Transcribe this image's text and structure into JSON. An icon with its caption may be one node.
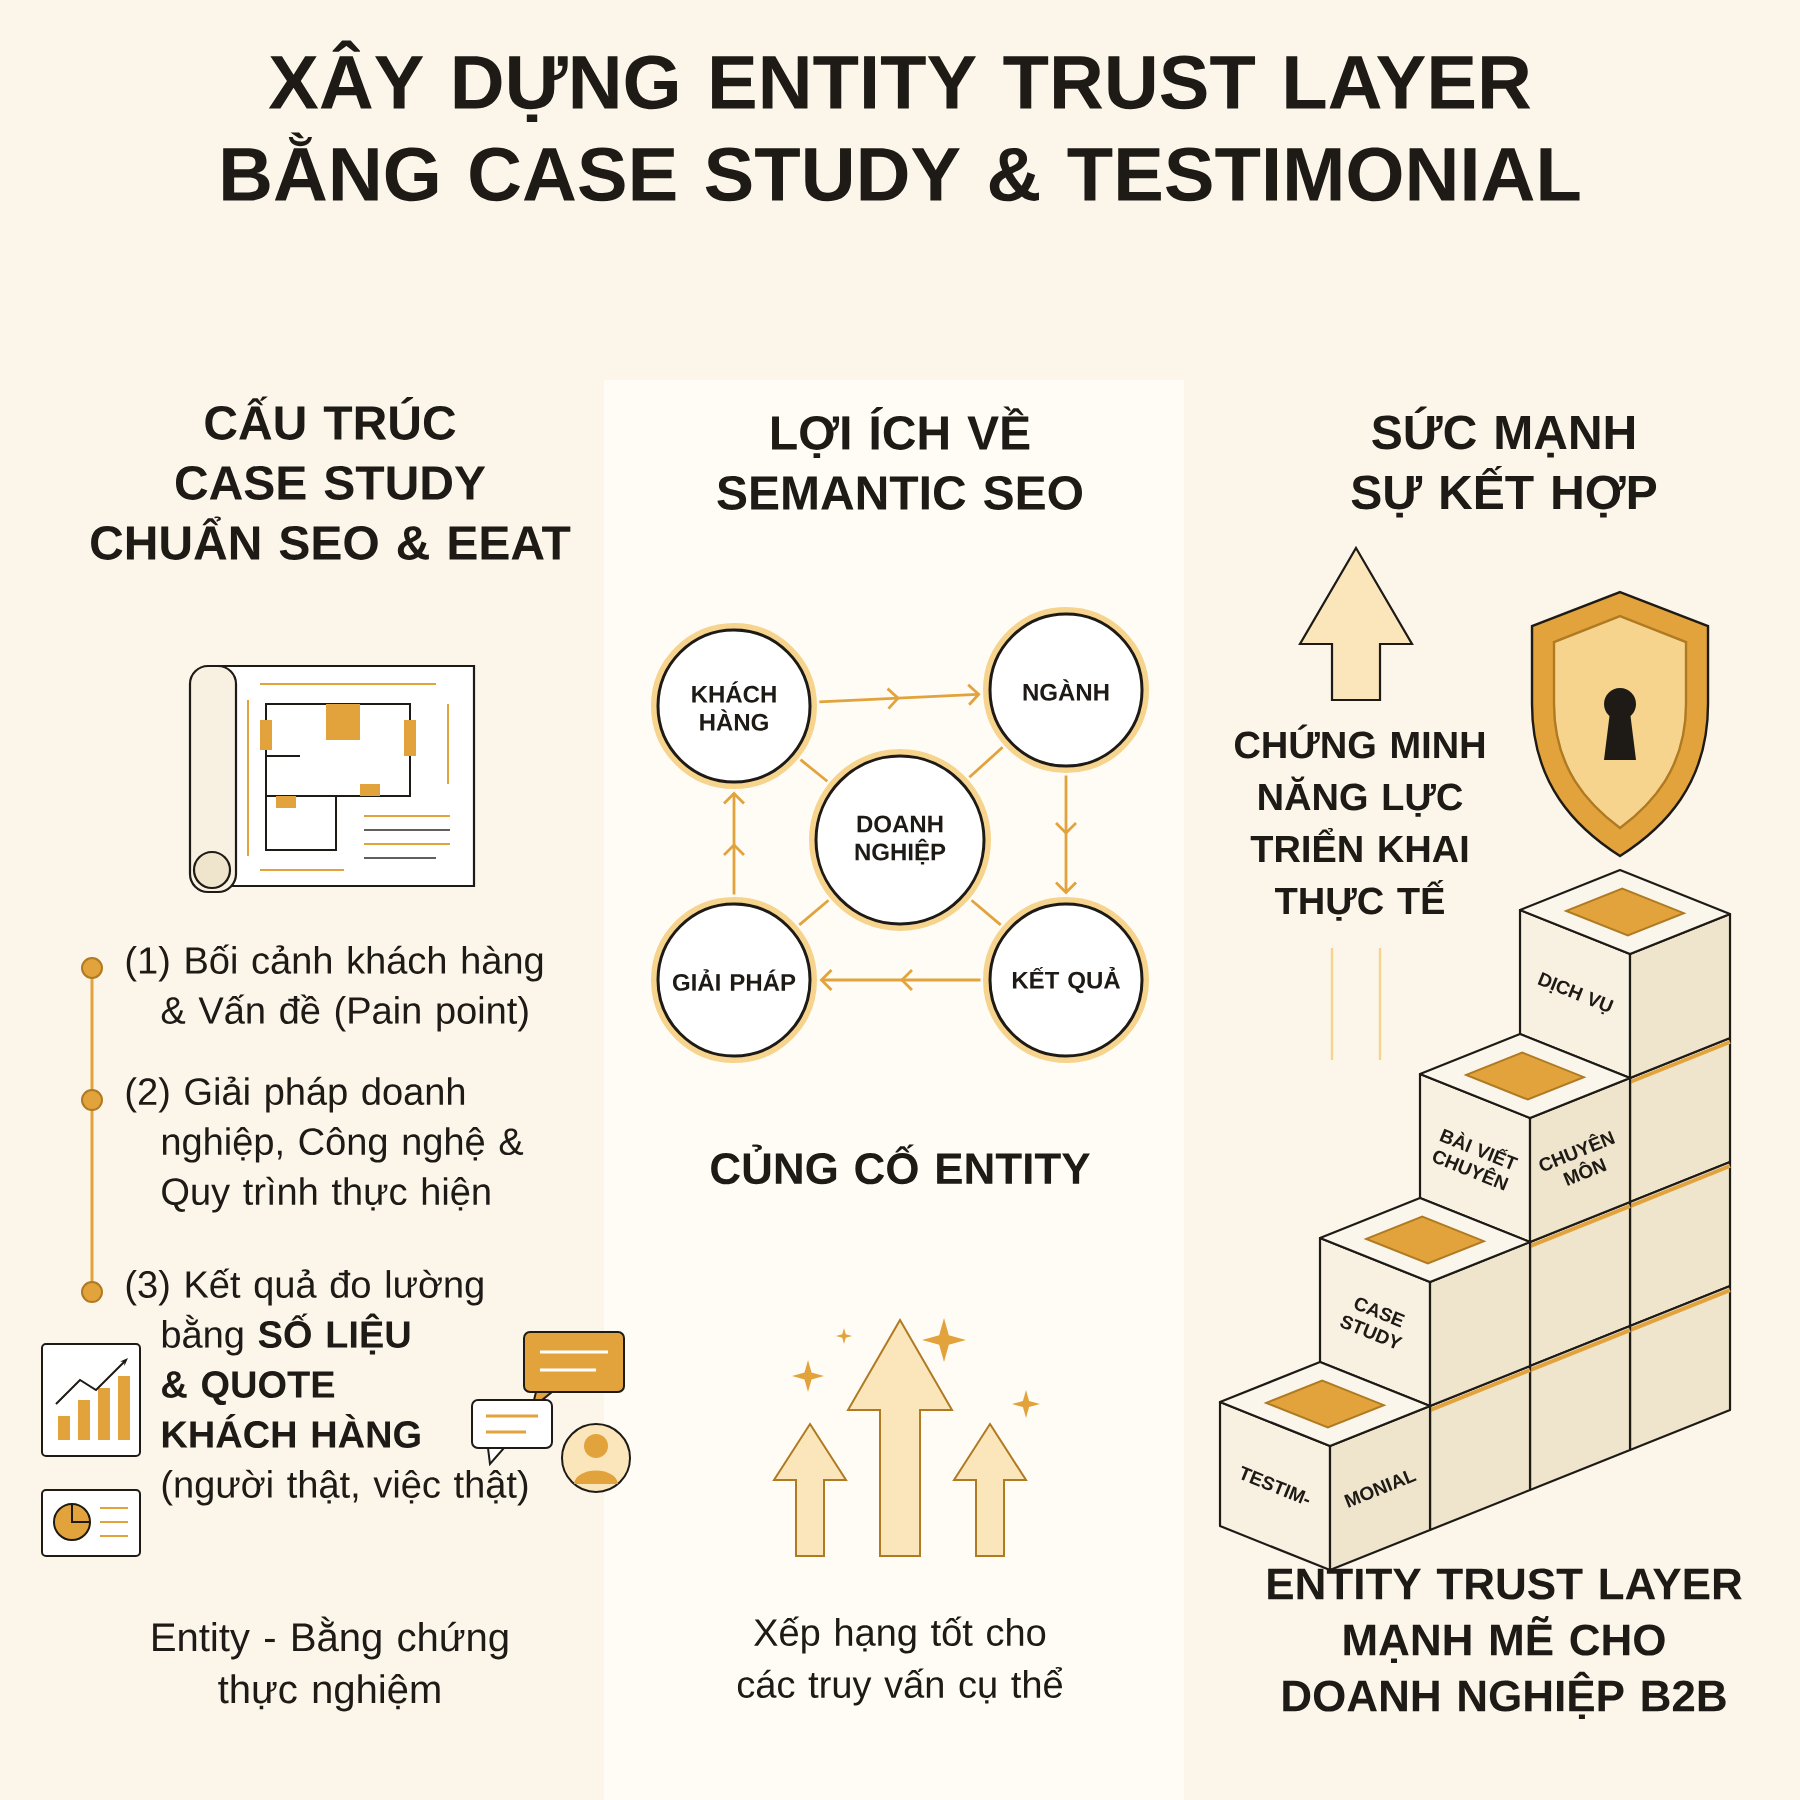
{
  "diagram": {
    "title": "XÂY DỰNG ENTITY TRUST LAYER BẰNG CASE STUDY & TESTIMONIAL",
    "nodes": [
      {
        "text": [
          "KHÁCH HÀNG"
        ]
      },
      {
        "text": [
          "NGÀNH"
        ]
      },
      {
        "text": [
          "DOANH NGHIỆP"
        ]
      },
      {
        "text": [
          "GIẢI PHÁP"
        ]
      },
      {
        "text": [
          "KẾT QUẢ"
        ]
      },
      {
        "text": [
          "DỊCH VỤ"
        ]
      },
      {
        "text": [
          "BÀI VIẾT CHUYÊN",
          "CHUYÊN MÔN"
        ]
      },
      {
        "text": [
          "CASE STUDY"
        ]
      },
      {
        "text": [
          "TESTIM-",
          "MONIAL"
        ]
      }
    ],
    "edges": [
      {
        "from": 0,
        "to": 1,
        "arrow": "to"
      },
      {
        "from": 1,
        "to": 4,
        "arrow": "to"
      },
      {
        "from": 4,
        "to": 3,
        "arrow": "to"
      },
      {
        "from": 3,
        "to": 0,
        "arrow": "to"
      },
      {
        "from": 2,
        "to": 0,
        "arrow": "none"
      },
      {
        "from": 2,
        "to": 1,
        "arrow": "none"
      },
      {
        "from": 2,
        "to": 3,
        "arrow": "none"
      },
      {
        "from": 2,
        "to": 4,
        "arrow": "none"
      }
    ],
    "labels": [
      "CẤU TRÚC CASE STUDY CHUẨN SEO & EEAT",
      "LỢI ÍCH VỀ SEMANTIC SEO",
      "SỨC MẠNH SỰ KẾT HỢP",
      "CHỨNG MINH NĂNG LỰC TRIỂN KHAI THỰC TẾ",
      "(1) Bối cảnh khách hàng & Vấn đề (Pain point)",
      "(2) Giải pháp doanh nghiệp, Công nghệ & Quy trình thực hiện",
      "(3) Kết quả đo lường bằng **SỐ LIỆU & QUOTE KHÁCH HÀNG** (người thật, việc thật)",
      "CỦNG CỐ ENTITY",
      "Entity - Bằng chứng thực nghiệm",
      "Xếp hạng tốt cho các truy vấn cụ thể",
      "ENTITY TRUST LAYER MẠNH MẼ CHO DOANH NGHIỆP B2B"
    ]
  }
}
